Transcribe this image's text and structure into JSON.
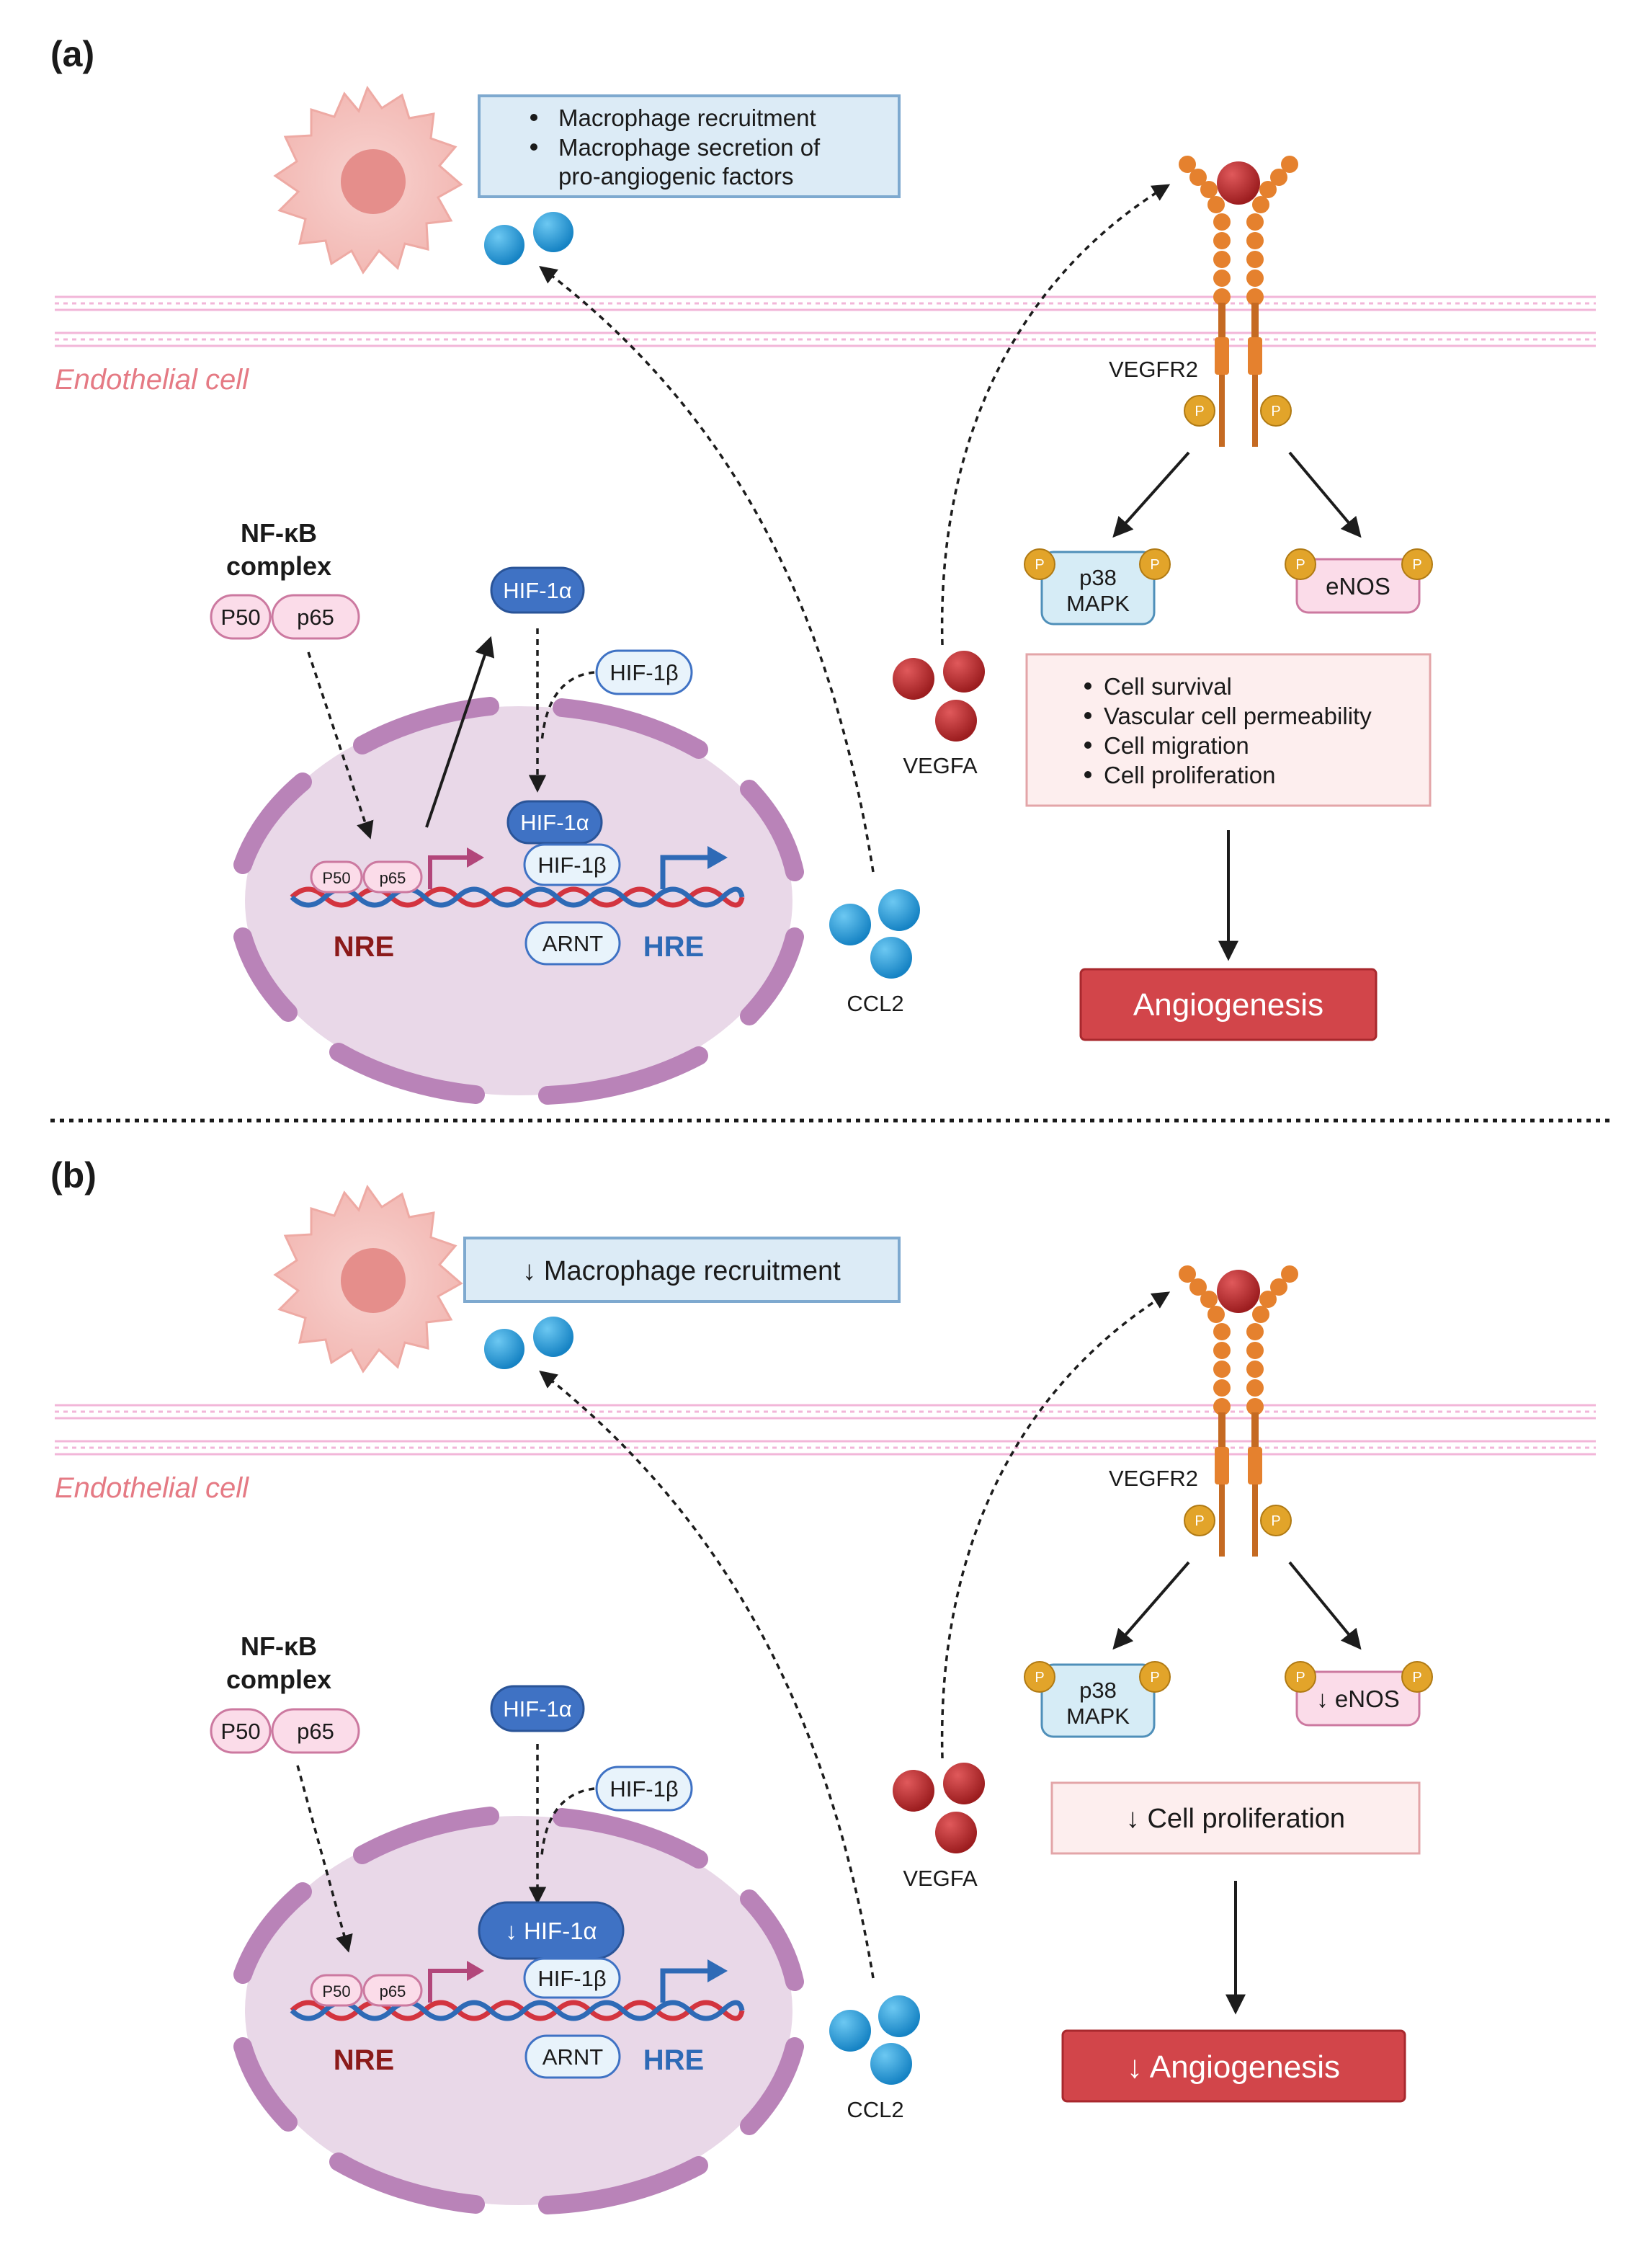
{
  "panels": [
    {
      "id": "a",
      "label": "(a)",
      "macrophage_effects": [
        "Macrophage recruitment",
        "Macrophage secretion of",
        "pro-angiogenic factors"
      ],
      "cell_label": "Endothelial cell",
      "nfkb_title": [
        "NF-κB",
        "complex"
      ],
      "p50": "P50",
      "p65": "p65",
      "hif1a": "HIF-1α",
      "hif1b": "HIF-1β",
      "nuc_hif1a": "HIF-1α",
      "nuc_hif1b": "HIF-1β",
      "arnt": "ARNT",
      "nre": "NRE",
      "hre": "HRE",
      "ccl2": "CCL2",
      "vegfa": "VEGFA",
      "vegfr2": "VEGFR2",
      "p": "P",
      "p38": [
        "p38",
        "MAPK"
      ],
      "enos": "eNOS",
      "effects": [
        "Cell survival",
        "Vascular cell permeability",
        "Cell migration",
        "Cell proliferation"
      ],
      "outcome": "Angiogenesis"
    },
    {
      "id": "b",
      "label": "(b)",
      "macrophage_effect": "↓ Macrophage recruitment",
      "cell_label": "Endothelial cell",
      "nfkb_title": [
        "NF-κB",
        "complex"
      ],
      "p50": "P50",
      "p65": "p65",
      "hif1a": "HIF-1α",
      "hif1b": "HIF-1β",
      "nuc_hif1a": "↓ HIF-1α",
      "nuc_hif1b": "HIF-1β",
      "arnt": "ARNT",
      "nre": "NRE",
      "hre": "HRE",
      "ccl2": "CCL2",
      "vegfa": "VEGFA",
      "vegfr2": "VEGFR2",
      "p": "P",
      "p38": [
        "p38",
        "MAPK"
      ],
      "enos": "↓ eNOS",
      "effect": "↓ Cell proliferation",
      "outcome": "↓ Angiogenesis"
    }
  ],
  "colors": {
    "membrane": "#f2b6d8",
    "cell_label": "#e57a84",
    "nucleus_fill": "#e9d8e8",
    "nuclear_envelope": "#b983b8",
    "hif1a_fill": "#3f72c4",
    "light_blue_fill": "#e8f3fb",
    "box_blue_fill": "#dcebf6",
    "box_blue_stroke": "#7ea9cf",
    "pink_fill": "#fbdce9",
    "pink_stroke": "#cc79a0",
    "effects_fill": "#fdeeee",
    "effects_stroke": "#e3a5a8",
    "angio_fill": "#d2454a",
    "receptor": "#e5812e",
    "ligand": "#b52425",
    "phospho": "#e2a42a",
    "ccl2": "#2a9fd8",
    "dna_red": "#d3343f",
    "dna_blue": "#2e6ab6",
    "nre_text": "#8b1a1a",
    "hre_text": "#2e6ab6"
  }
}
